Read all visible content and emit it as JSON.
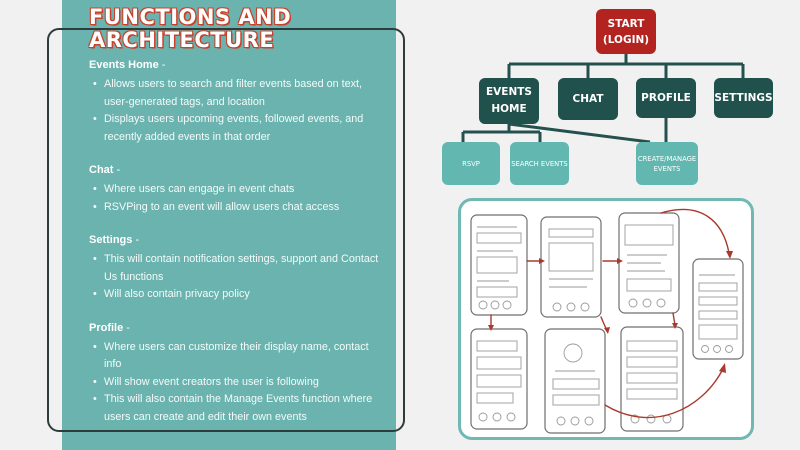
{
  "title": "Functions and\nArchitecture",
  "sections": [
    {
      "heading": "Events Home",
      "bullets": [
        "Allows users to search and filter events based on text, user-generated tags, and location",
        "Displays users upcoming events, followed events, and recently added events in that order"
      ]
    },
    {
      "heading": "Chat",
      "bullets": [
        "Where users can engage in event chats",
        "RSVPing to an event will allow users chat access"
      ]
    },
    {
      "heading": "Settings",
      "bullets": [
        "This will contain notification settings, support and Contact Us functions",
        "Will also contain privacy policy"
      ]
    },
    {
      "heading": "Profile",
      "bullets": [
        "Where users can customize their display name, contact info",
        "Will show event creators the user is following",
        "This will also contain the Manage Events function where users can create and edit their own events"
      ]
    }
  ],
  "heading_suffix": " -",
  "flowchart": {
    "start": "START\n(LOGIN)",
    "events_home": "EVENTS\nHOME",
    "chat": "CHAT",
    "profile": "PROFILE",
    "settings": "SETTINGS",
    "rsvp": "RSVP",
    "search_events": "SEARCH EVENTS",
    "create_manage_events": "CREATE/MANAGE\nEVENTS"
  },
  "colors": {
    "panel": "#6bb3ae",
    "title_outline": "#c9402b",
    "start_node": "#b3231f",
    "main_node": "#20514d",
    "sub_node": "#62b8b0",
    "connector": "#24514d",
    "sketch_arrow": "#a83a2c"
  }
}
